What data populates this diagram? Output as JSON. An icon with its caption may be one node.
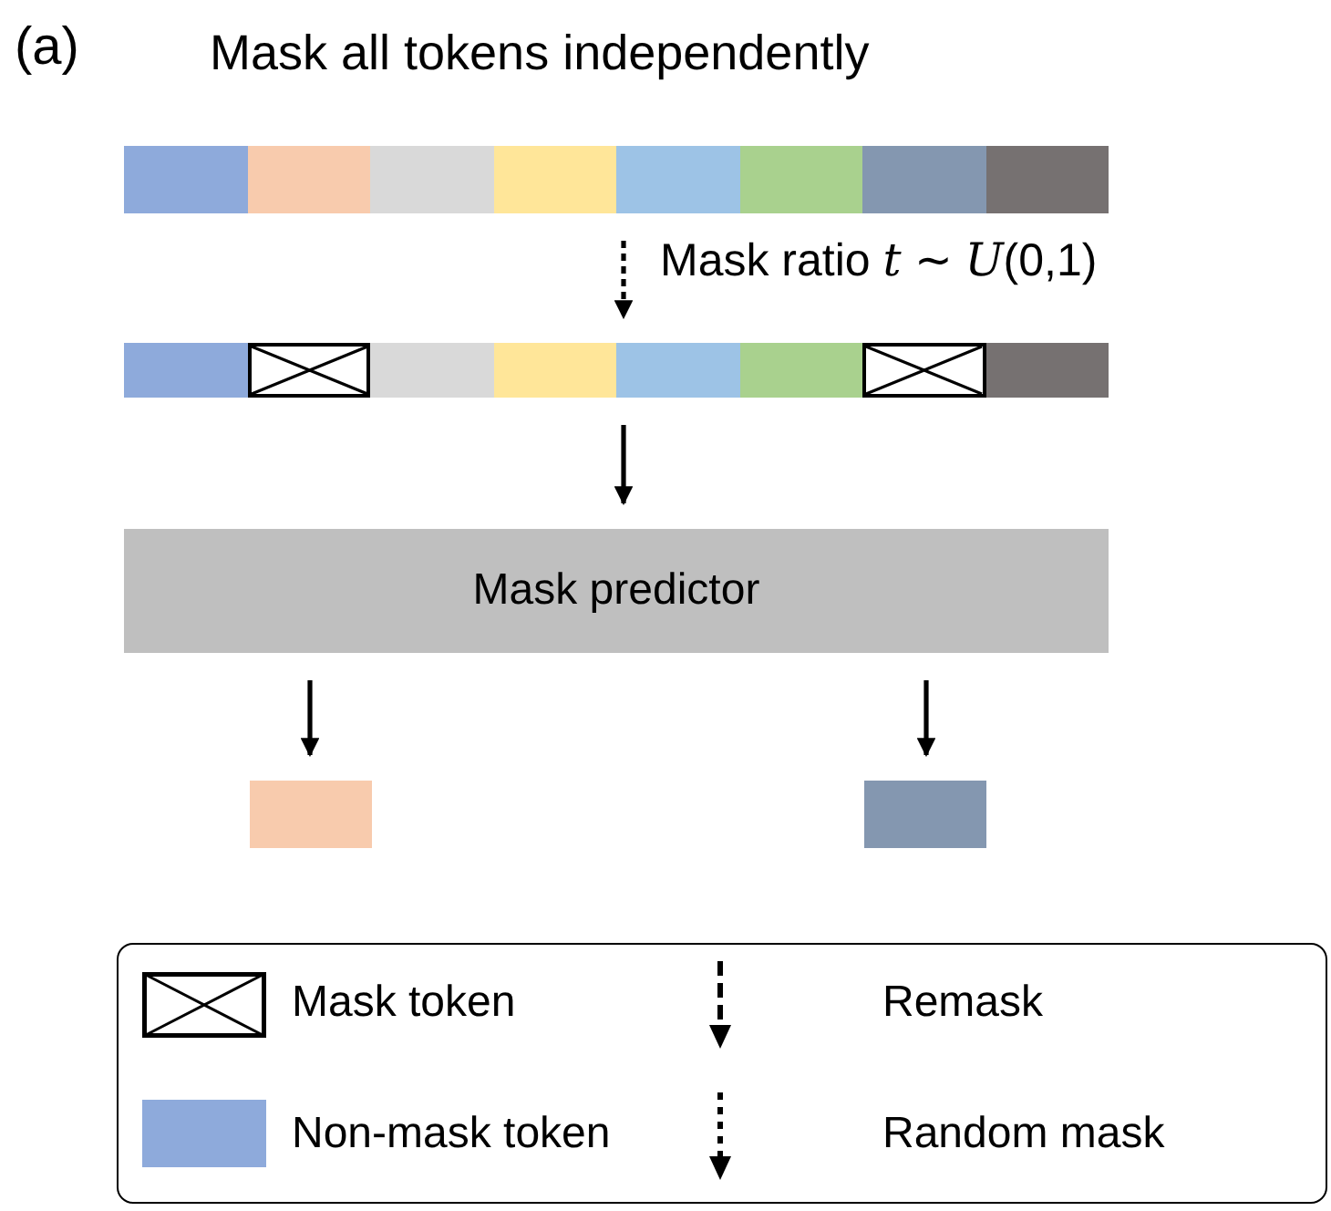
{
  "diagram": {
    "title": "Mask all tokens independently",
    "nodes": [
      {
        "text": [],
        "shape": "box"
      },
      {
        "text": [],
        "shape": "box"
      },
      {
        "text": [],
        "shape": "box"
      },
      {
        "text": [],
        "shape": "box"
      },
      {
        "text": [],
        "shape": "box"
      },
      {
        "text": [],
        "shape": "box"
      },
      {
        "text": [],
        "shape": "box"
      },
      {
        "text": [],
        "shape": "box"
      },
      {
        "text": [],
        "shape": "box"
      },
      {
        "text": [],
        "shape": "box"
      },
      {
        "text": [],
        "shape": "box"
      },
      {
        "text": [],
        "shape": "box"
      },
      {
        "text": [],
        "shape": "box"
      },
      {
        "text": [],
        "shape": "box"
      },
      {
        "text": [],
        "shape": "box"
      },
      {
        "text": [],
        "shape": "box"
      },
      {
        "text": [
          "Mask predictor"
        ]
      },
      {
        "text": [],
        "shape": "box"
      },
      {
        "text": [],
        "shape": "box"
      }
    ],
    "edges": [
      {
        "from": 4,
        "to": 12,
        "arrow": "to",
        "style": "dashed",
        "label": "Mask ratio *t* ∼ *U*(0,1)"
      },
      {
        "from": 12,
        "to": 16,
        "arrow": "to"
      },
      {
        "from": 16,
        "to": 17,
        "arrow": "to"
      },
      {
        "from": 16,
        "to": 18,
        "arrow": "to"
      }
    ],
    "labels": [
      "(a)"
    ],
    "legend": [
      {
        "text": "Mask token"
      },
      {
        "text": "Non-mask token",
        "color": "#8eaadb"
      },
      {
        "text": "Remask"
      },
      {
        "text": "Random mask"
      }
    ]
  }
}
